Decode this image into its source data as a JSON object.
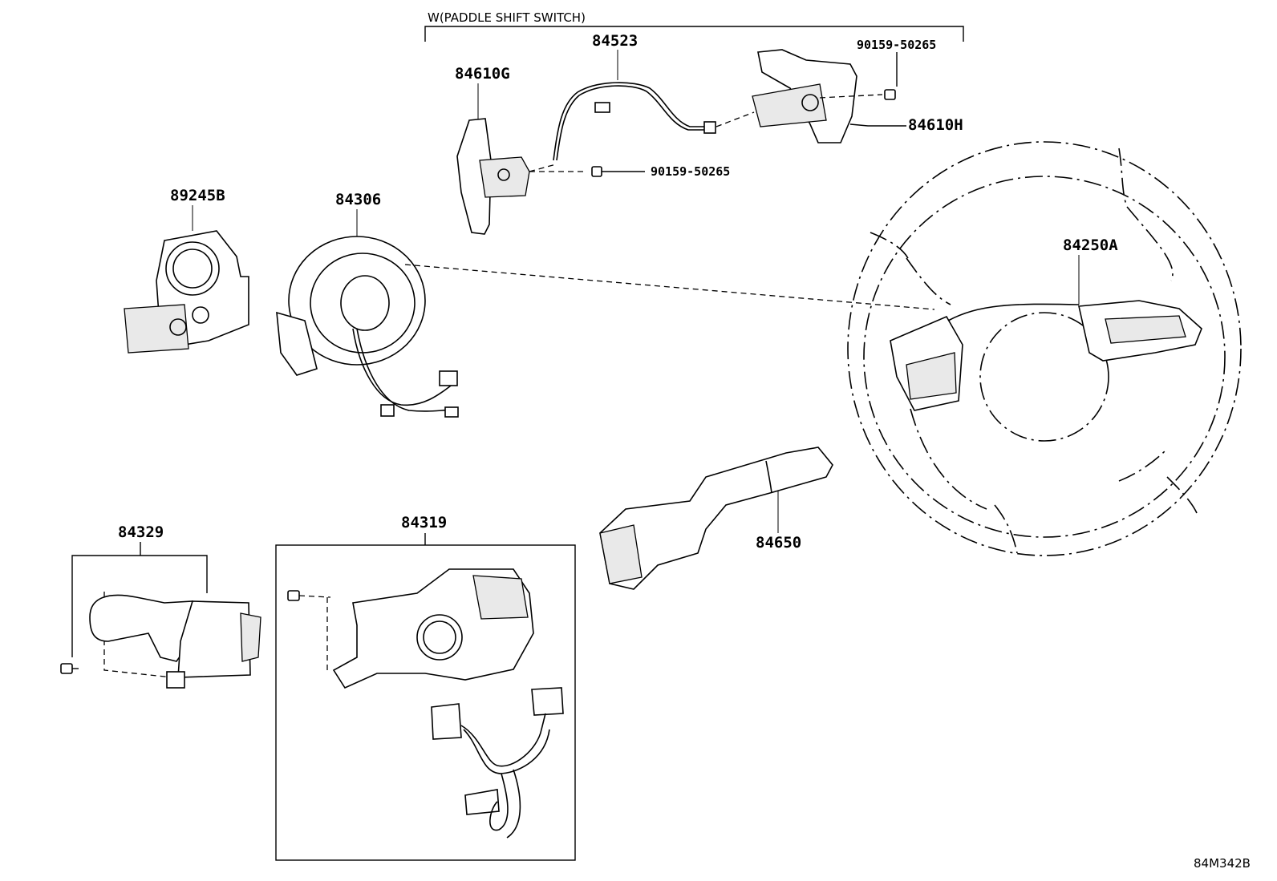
{
  "header": {
    "variant_label": "W(PADDLE SHIFT SWITCH)"
  },
  "parts": {
    "p84523": "84523",
    "p84610G": "84610G",
    "p84610H": "84610H",
    "bolt_upper": "90159-50265",
    "bolt_lower": "90159-50265",
    "p89245B": "89245B",
    "p84306": "84306",
    "p84250A": "84250A",
    "p84650": "84650",
    "p84329": "84329",
    "p84319": "84319"
  },
  "diagram_code": "84M342B"
}
